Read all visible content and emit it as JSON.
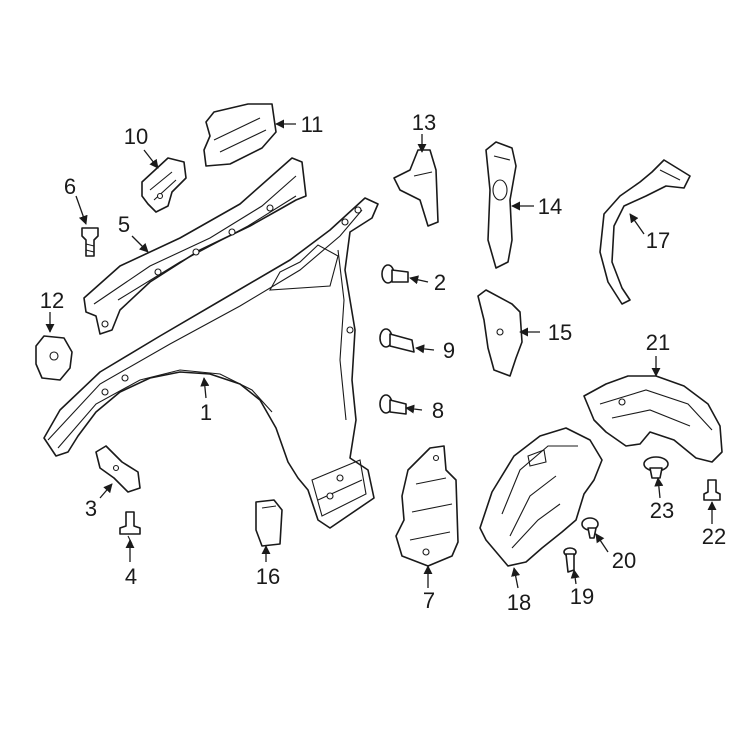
{
  "callouts": [
    {
      "id": "1",
      "label": "1"
    },
    {
      "id": "2",
      "label": "2"
    },
    {
      "id": "3",
      "label": "3"
    },
    {
      "id": "4",
      "label": "4"
    },
    {
      "id": "5",
      "label": "5"
    },
    {
      "id": "6",
      "label": "6"
    },
    {
      "id": "7",
      "label": "7"
    },
    {
      "id": "8",
      "label": "8"
    },
    {
      "id": "9",
      "label": "9"
    },
    {
      "id": "10",
      "label": "10"
    },
    {
      "id": "11",
      "label": "11"
    },
    {
      "id": "12",
      "label": "12"
    },
    {
      "id": "13",
      "label": "13"
    },
    {
      "id": "14",
      "label": "14"
    },
    {
      "id": "15",
      "label": "15"
    },
    {
      "id": "16",
      "label": "16"
    },
    {
      "id": "17",
      "label": "17"
    },
    {
      "id": "18",
      "label": "18"
    },
    {
      "id": "19",
      "label": "19"
    },
    {
      "id": "20",
      "label": "20"
    },
    {
      "id": "21",
      "label": "21"
    },
    {
      "id": "22",
      "label": "22"
    },
    {
      "id": "23",
      "label": "23"
    }
  ],
  "colors": {
    "ink": "#1a1a1a",
    "background": "#ffffff"
  }
}
